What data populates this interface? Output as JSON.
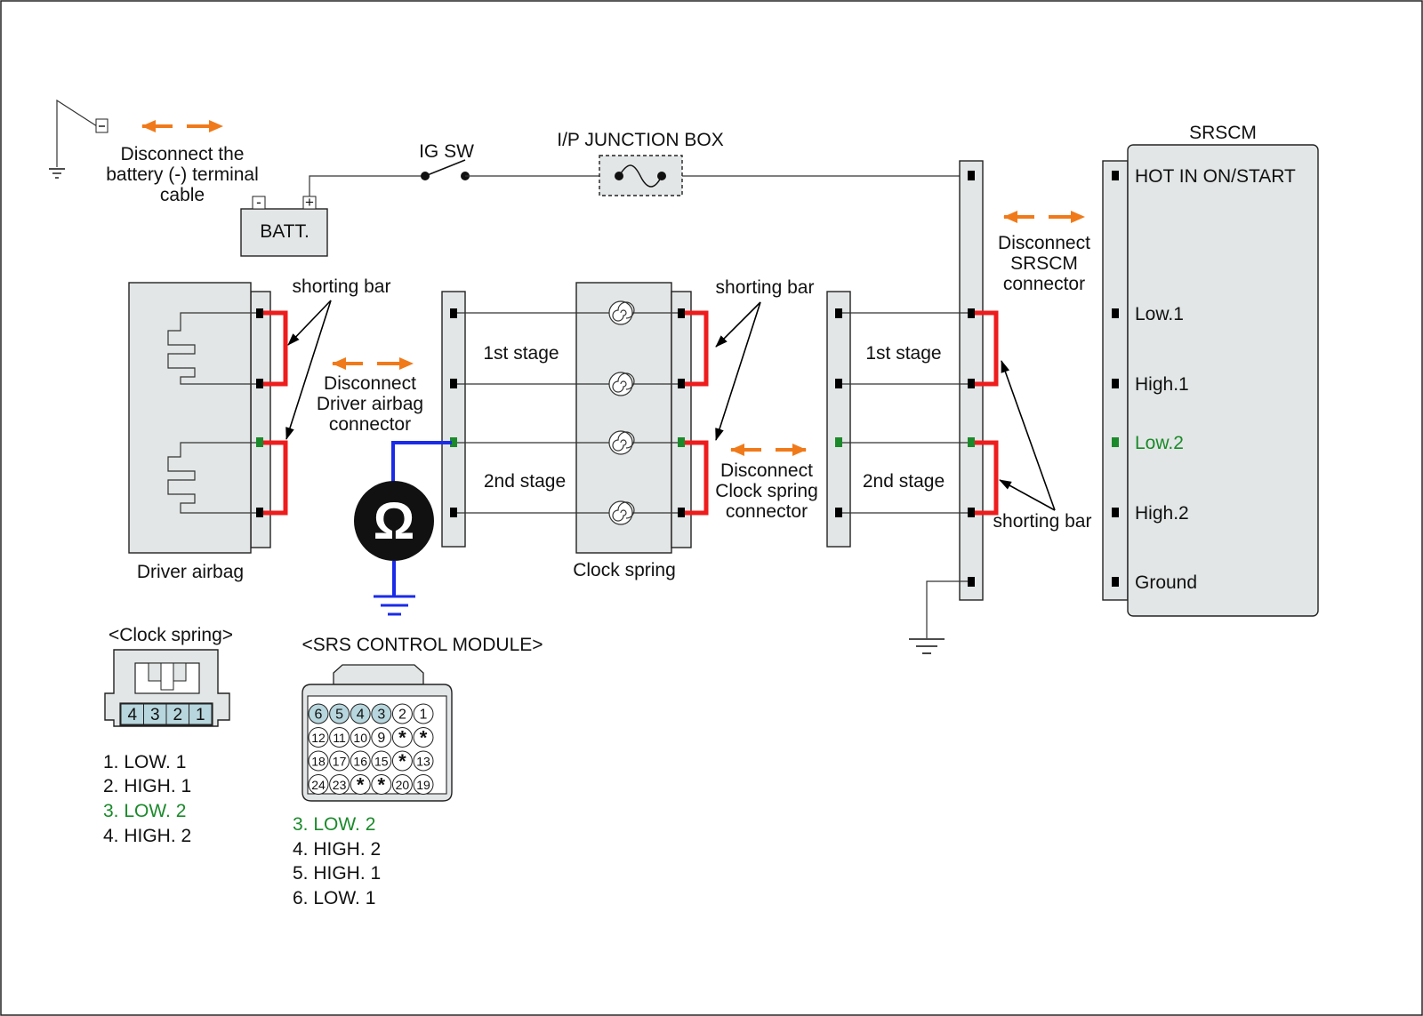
{
  "battery": {
    "label": "BATT.",
    "neg": "-",
    "pos": "+",
    "disconnect_note": [
      "Disconnect the",
      "battery (-) terminal",
      "cable"
    ]
  },
  "ig_switch": {
    "label": "IG SW"
  },
  "junction_box": {
    "label": "I/P JUNCTION BOX"
  },
  "srscm": {
    "title": "SRSCM",
    "pins": [
      "HOT IN ON/START",
      "Low.1",
      "High.1",
      "Low.2",
      "High.2",
      "Ground"
    ],
    "disconnect_note": [
      "Disconnect",
      "SRSCM",
      "connector"
    ]
  },
  "driver_airbag": {
    "label": "Driver airbag",
    "disconnect_note": [
      "Disconnect",
      "Driver airbag",
      "connector"
    ]
  },
  "clock_spring": {
    "label": "Clock spring",
    "disconnect_note": [
      "Disconnect",
      "Clock spring",
      "connector"
    ]
  },
  "stage_labels": {
    "first": "1st stage",
    "second": "2nd stage"
  },
  "shorting_bar_label": "shorting bar",
  "ohmmeter": {
    "symbol": "Ω"
  },
  "clock_spring_connector": {
    "title": "<Clock spring>",
    "cells": [
      "4",
      "3",
      "2",
      "1"
    ],
    "legend": [
      "1. LOW. 1",
      "2. HIGH. 1",
      "3. LOW. 2",
      "4. HIGH. 2"
    ]
  },
  "srs_module_connector": {
    "title": "<SRS CONTROL MODULE>",
    "rows": [
      [
        "6",
        "5",
        "4",
        "3",
        "2",
        "1"
      ],
      [
        "12",
        "11",
        "10",
        "9",
        "*",
        "*"
      ],
      [
        "18",
        "17",
        "16",
        "15",
        "*",
        "13"
      ],
      [
        "24",
        "23",
        "*",
        "*",
        "20",
        "19"
      ]
    ],
    "legend": [
      "3. LOW. 2",
      "4. HIGH. 2",
      "5. HIGH. 1",
      "6. LOW. 1"
    ]
  },
  "colors": {
    "shorting_bar": "#ee1c1c",
    "disconnect_arrow": "#f07a1a",
    "meter_lead": "#1a2be8",
    "highlight_pin": "#1a8a2a"
  }
}
